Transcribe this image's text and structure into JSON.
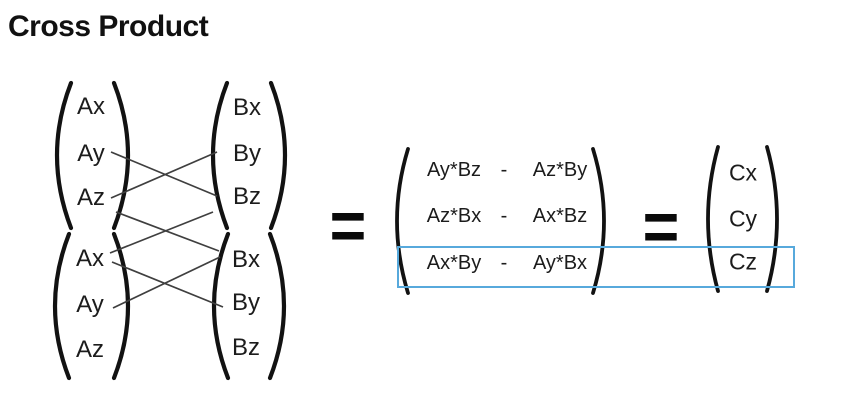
{
  "title": "Cross Product",
  "colors": {
    "highlight_box": "#57a9dc",
    "cross_line": "#3f3f3f",
    "paren": "#121212"
  },
  "left_diagram": {
    "vector_a_top": [
      "Ax",
      "Ay",
      "Az"
    ],
    "vector_b_top": [
      "Bx",
      "By",
      "Bz"
    ],
    "vector_a_bottom": [
      "Ax",
      "Ay",
      "Az"
    ],
    "vector_b_bottom": [
      "Bx",
      "By",
      "Bz"
    ],
    "cross_connections": [
      "Ay-Bz",
      "Az-By",
      "Az-Bx",
      "Bz-Ax",
      "Ax-By",
      "Ay-Bx"
    ]
  },
  "equals_first": "=",
  "equals_second": "=",
  "result_matrix": {
    "rows": [
      {
        "minuend": "Ay*Bz",
        "operator": "-",
        "subtrahend": "Az*By"
      },
      {
        "minuend": "Az*Bx",
        "operator": "-",
        "subtrahend": "Ax*Bz"
      },
      {
        "minuend": "Ax*By",
        "operator": "-",
        "subtrahend": "Ay*Bx"
      }
    ],
    "highlighted_row_index": 2
  },
  "c_vector": [
    "Cx",
    "Cy",
    "Cz"
  ]
}
